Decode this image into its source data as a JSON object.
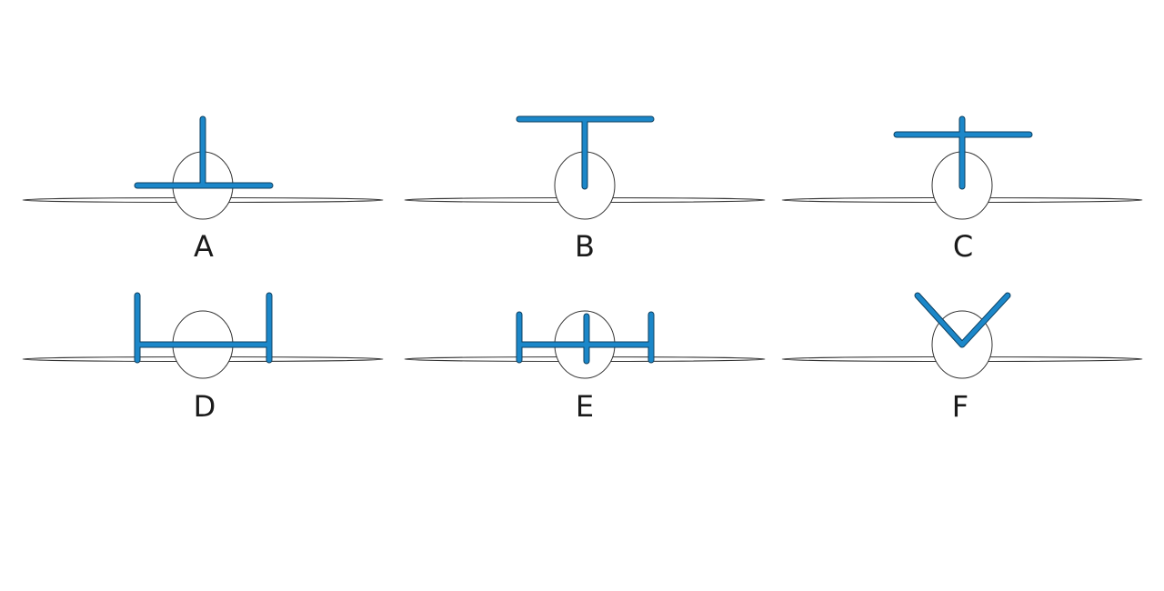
{
  "labels": [
    "A",
    "B",
    "C",
    "D",
    "E",
    "F"
  ],
  "colors": {
    "tail": "#1b87c9",
    "outline": "#333333"
  }
}
